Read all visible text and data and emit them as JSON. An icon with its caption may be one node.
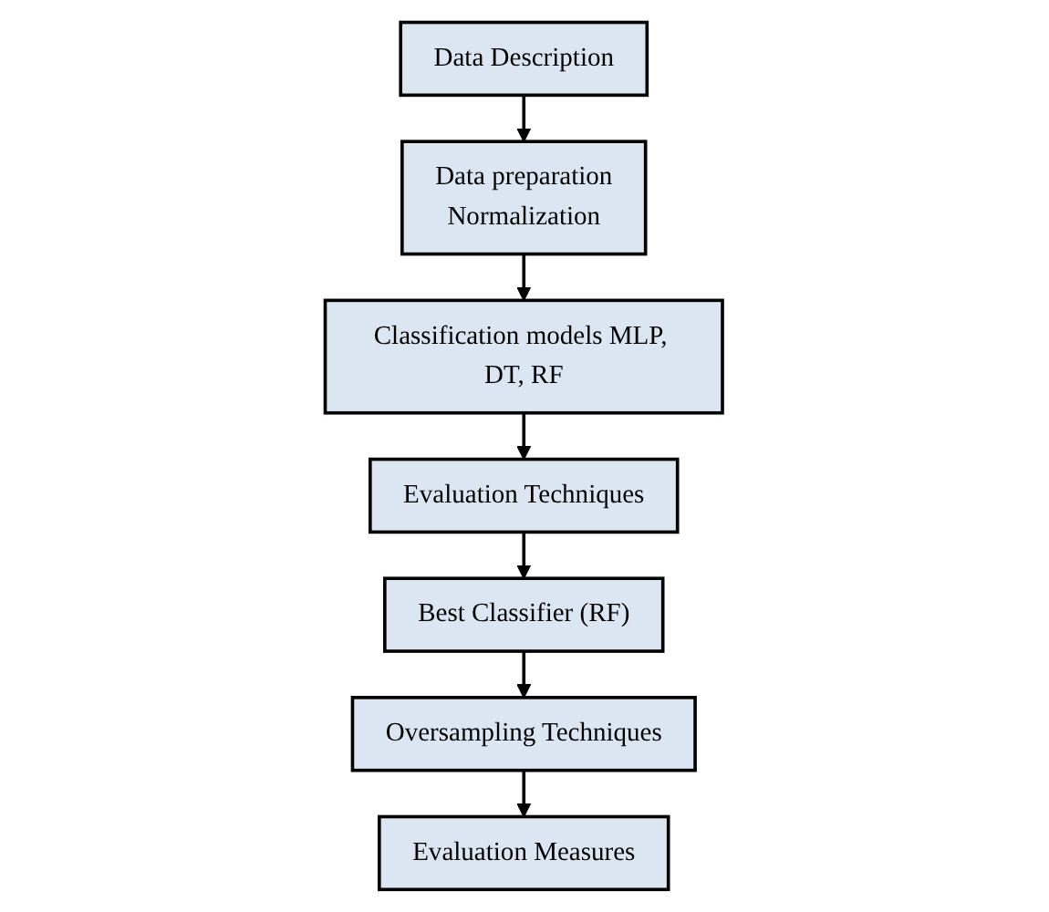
{
  "diagram": {
    "nodes": [
      {
        "text": [
          "Data Description"
        ]
      },
      {
        "text": [
          "Data preparation",
          "Normalization"
        ]
      },
      {
        "text": [
          "Classification models MLP, DT, RF"
        ]
      },
      {
        "text": [
          "Evaluation Techniques"
        ]
      },
      {
        "text": [
          "Best Classifier (RF)"
        ]
      },
      {
        "text": [
          "Oversampling Techniques"
        ]
      },
      {
        "text": [
          "Evaluation Measures"
        ]
      }
    ],
    "edges": [
      {
        "from": 0,
        "to": 1,
        "arrow": "to"
      },
      {
        "from": 1,
        "to": 2,
        "arrow": "to"
      },
      {
        "from": 2,
        "to": 3,
        "arrow": "to"
      },
      {
        "from": 3,
        "to": 4,
        "arrow": "to"
      },
      {
        "from": 4,
        "to": 5,
        "arrow": "to"
      },
      {
        "from": 5,
        "to": 6,
        "arrow": "to"
      }
    ]
  }
}
